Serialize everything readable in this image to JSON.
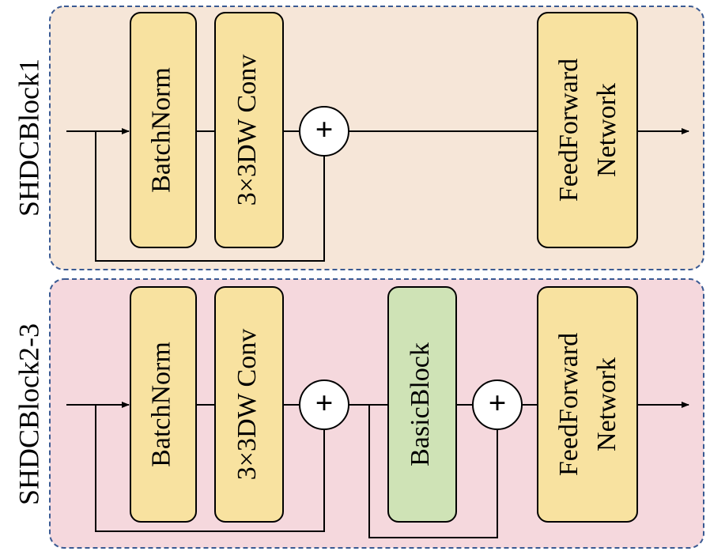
{
  "colors": {
    "panel1_fill": "#f6e6d8",
    "panel2_fill": "#f5d8dd",
    "panel_border": "#3a5a93",
    "yellow_block": "#f8e2a0",
    "green_block": "#cfe3b6",
    "line": "#000000"
  },
  "panel1": {
    "title": "SHDCBlock1",
    "batchnorm": "BatchNorm",
    "dwconv": "3×3DW Conv",
    "add": "+",
    "ffn_line1": "FeedForward",
    "ffn_line2": "Network"
  },
  "panel2": {
    "title": "SHDCBlock2-3",
    "batchnorm": "BatchNorm",
    "dwconv": "3×3DW Conv",
    "add1": "+",
    "basicblock": "BasicBlock",
    "add2": "+",
    "ffn_line1": "FeedForward",
    "ffn_line2": "Network"
  }
}
